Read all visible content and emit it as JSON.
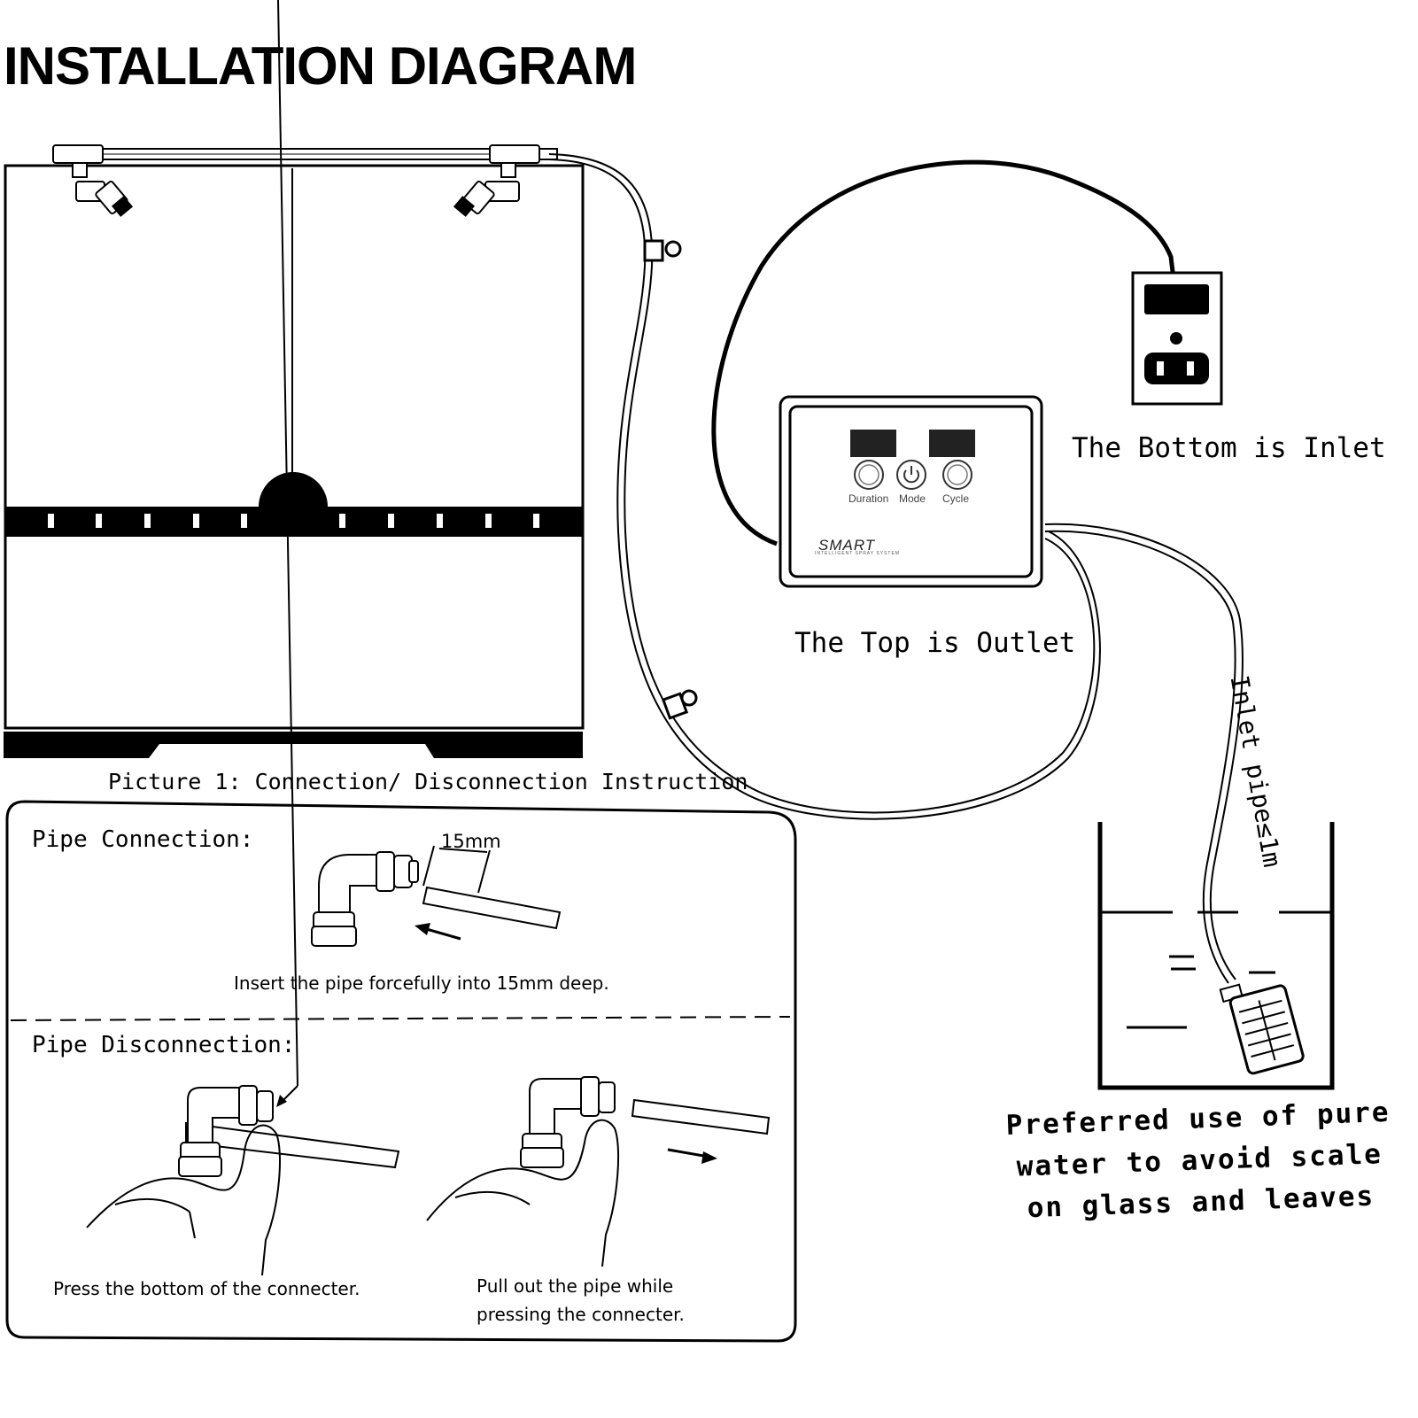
{
  "title": "INSTALLATION DIAGRAM",
  "labels": {
    "bottom_inlet": "The Bottom is Inlet",
    "top_outlet": "The Top is Outlet",
    "inlet_pipe": "Inlet pipe≤1m",
    "picture1": "Picture 1: Connection/ Disconnection Instruction",
    "pipe_connection": "Pipe Connection:",
    "pipe_disconnection": "Pipe Disconnection:",
    "insert": "Insert the pipe forcefully into 15mm deep.",
    "depth": "15mm",
    "press": "Press the bottom of the connecter.",
    "pull_line1": "Pull out the pipe while",
    "pull_line2": "pressing the connecter."
  },
  "note": {
    "line1": "Preferred use of pure",
    "line2": "water to avoid scale",
    "line3": "on glass and leaves"
  },
  "controller": {
    "brand": "SMART",
    "brand_sub": "INTELLIGENT SPRAY SYSTEM",
    "buttons": [
      "Duration",
      "Mode",
      "Cycle"
    ]
  }
}
